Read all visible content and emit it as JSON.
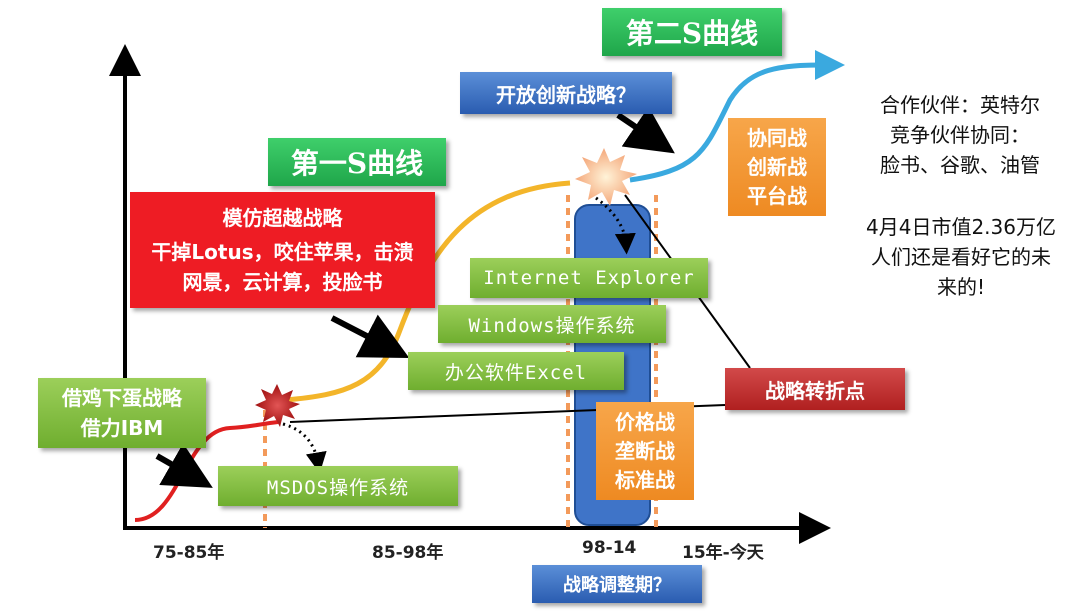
{
  "colors": {
    "curve_red": "#e02020",
    "curve_yellow": "#f3b52a",
    "curve_blue": "#3aa9df",
    "green": "#6fae2f",
    "blue_box": "#2a5cb0",
    "red_box": "#ee1c24",
    "orange_box": "#f39a35"
  },
  "titles": {
    "second_curve": "第二S曲线",
    "first_curve": "第一S曲线"
  },
  "boxes": {
    "open_innovation": "开放创新战略？",
    "imitate_title": "模仿超越战略",
    "imitate_body": "干掉Lotus，咬住苹果，击溃网景，云计算，投脸书",
    "borrow_line1": "借鸡下蛋战略",
    "borrow_line2": "借力IBM",
    "msdos": "MSDOS操作系统",
    "office": "办公软件Excel",
    "windows": "Windows操作系统",
    "ie": "Internet  Explorer",
    "turning_point": "战略转折点",
    "wars_line1": "价格战",
    "wars_line2": "垄断战",
    "wars_line3": "标准战",
    "synergy_line1": "协同战",
    "synergy_line2": "创新战",
    "synergy_line3": "平台战",
    "adjust_period": "战略调整期？"
  },
  "axis": {
    "labels": [
      "75-85年",
      "85-98年",
      "98-14",
      "15年-今天"
    ]
  },
  "notes": {
    "partners_line1": "合作伙伴：英特尔",
    "partners_line2": "竞争伙伴协同：",
    "partners_line3": "脸书、谷歌、油管",
    "market_line1": "4月4日市值2.36万亿",
    "market_line2": "人们还是看好它的未",
    "market_line3": "来的!"
  },
  "icons": [
    "burst-icon",
    "arrow-icon"
  ]
}
